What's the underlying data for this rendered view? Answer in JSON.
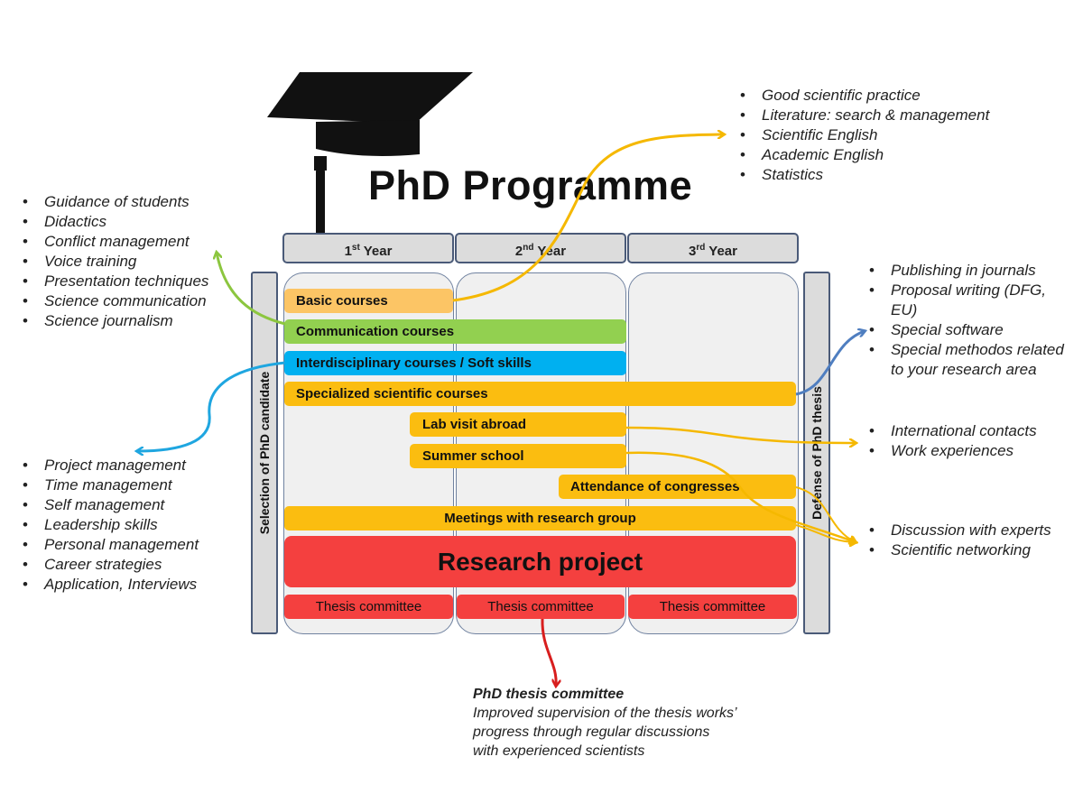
{
  "title": "PhD Programme",
  "years": [
    {
      "num": "1",
      "sup": "st",
      "label": "Year"
    },
    {
      "num": "2",
      "sup": "nd",
      "label": "Year"
    },
    {
      "num": "3",
      "sup": "rd",
      "label": "Year"
    }
  ],
  "left_sidebar": "Selection of PhD candidate",
  "right_sidebar": "Defense of PhD thesis",
  "bars": {
    "basic": "Basic courses",
    "communication": "Communication courses",
    "interdisciplinary": "Interdisciplinary courses  / Soft skills",
    "specialized": "Specialized scientific courses",
    "lab_visit": "Lab visit abroad",
    "summer_school": "Summer school",
    "congresses": "Attendance of congresses",
    "meetings": "Meetings with research group",
    "research": "Research project",
    "thesis_committee": [
      "Thesis  committee",
      "Thesis  committee",
      "Thesis  committee"
    ]
  },
  "lists": {
    "top_right": [
      "Good scientific practice",
      "Literature:  search & management",
      "Scientific English",
      "Academic English",
      "Statistics"
    ],
    "top_left": [
      "Guidance of students",
      "Didactics",
      "Conflict management",
      "Voice training",
      "Presentation techniques",
      "Science communication",
      "Science journalism"
    ],
    "bottom_left": [
      "Project management",
      "Time management",
      "Self management",
      "Leadership skills",
      "Personal management",
      "Career strategies",
      "Application,  Interviews"
    ],
    "right_top": [
      {
        "lines": [
          "Publishing in journals"
        ]
      },
      {
        "lines": [
          "Proposal writing (DFG,",
          "EU)"
        ]
      },
      {
        "lines": [
          "Special software"
        ]
      },
      {
        "lines": [
          "Special methodos related",
          "to your research area"
        ]
      }
    ],
    "right_mid": [
      "International  contacts",
      "Work experiences"
    ],
    "right_bottom": [
      "Discussion with experts",
      "Scientific networking"
    ]
  },
  "committee_note": {
    "heading": "PhD thesis committee",
    "lines": [
      "Improved supervision of the thesis works’",
      "progress through regular discussions",
      "with experienced scientists"
    ]
  },
  "colors": {
    "orange": "#fbbd10",
    "light_orange": "#fcc565",
    "green": "#92d050",
    "blue": "#00b0f0",
    "red": "#f4403f",
    "arrow_blue": "#4f7ec0",
    "frame": "#4a5a78"
  }
}
